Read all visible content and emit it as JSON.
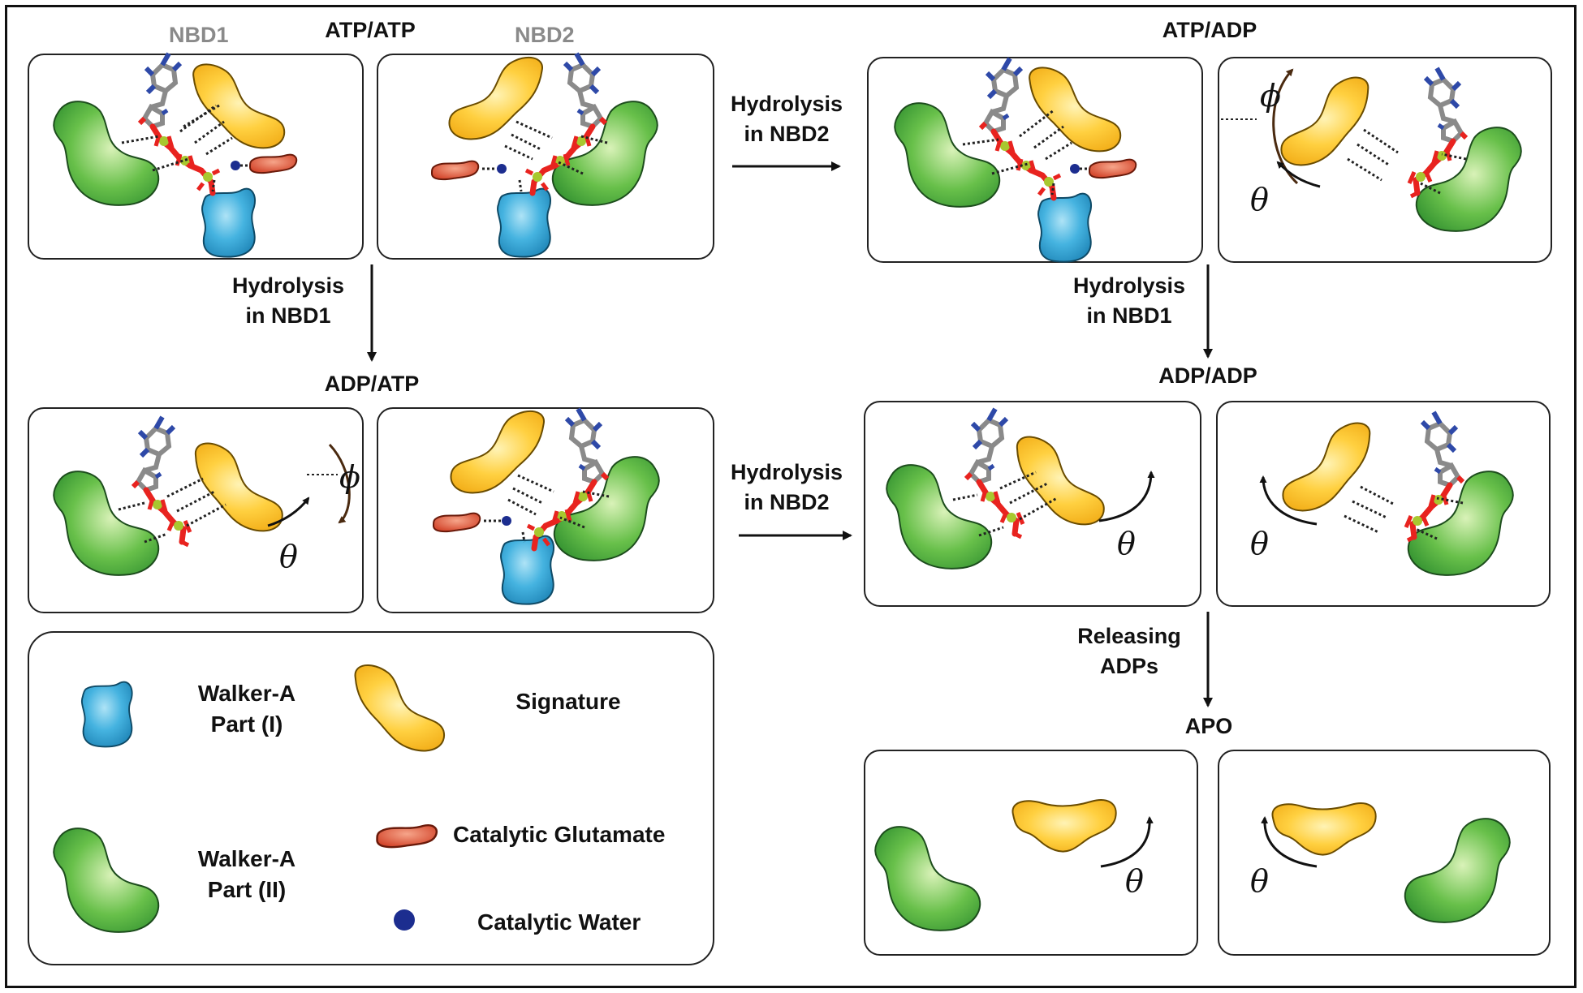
{
  "states": {
    "atp_atp": "ATP/ATP",
    "atp_adp": "ATP/ADP",
    "adp_atp": "ADP/ATP",
    "adp_adp": "ADP/ADP",
    "apo": "APO"
  },
  "domains": {
    "nbd1": "NBD1",
    "nbd2": "NBD2"
  },
  "transitions": {
    "top_hydrolysis_nbd2": [
      "Hydrolysis",
      "in NBD2"
    ],
    "left_hydrolysis_nbd1": [
      "Hydrolysis",
      "in NBD1"
    ],
    "right_hydrolysis_nbd1": [
      "Hydrolysis",
      "in NBD1"
    ],
    "mid_hydrolysis_nbd2": [
      "Hydrolysis",
      "in NBD2"
    ],
    "releasing": [
      "Releasing",
      "ADPs"
    ]
  },
  "angles": {
    "theta": "θ",
    "phi": "ϕ"
  },
  "legend": {
    "walker_a_i": [
      "Walker-A",
      "Part (I)"
    ],
    "walker_a_ii": [
      "Walker-A",
      "Part (II)"
    ],
    "signature": "Signature",
    "glutamate": "Catalytic Glutamate",
    "water": "Catalytic Water"
  },
  "colors": {
    "walker_a_i": "#2a9fd0",
    "walker_a_ii": "#3aa53a",
    "signature": "#f2b71c",
    "glutamate": "#d9472b",
    "water": "#1c2d8f",
    "phosphate_o": "#e8231f",
    "phosphorus": "#a8c82f",
    "nucleotide": "#7a7a7a"
  }
}
